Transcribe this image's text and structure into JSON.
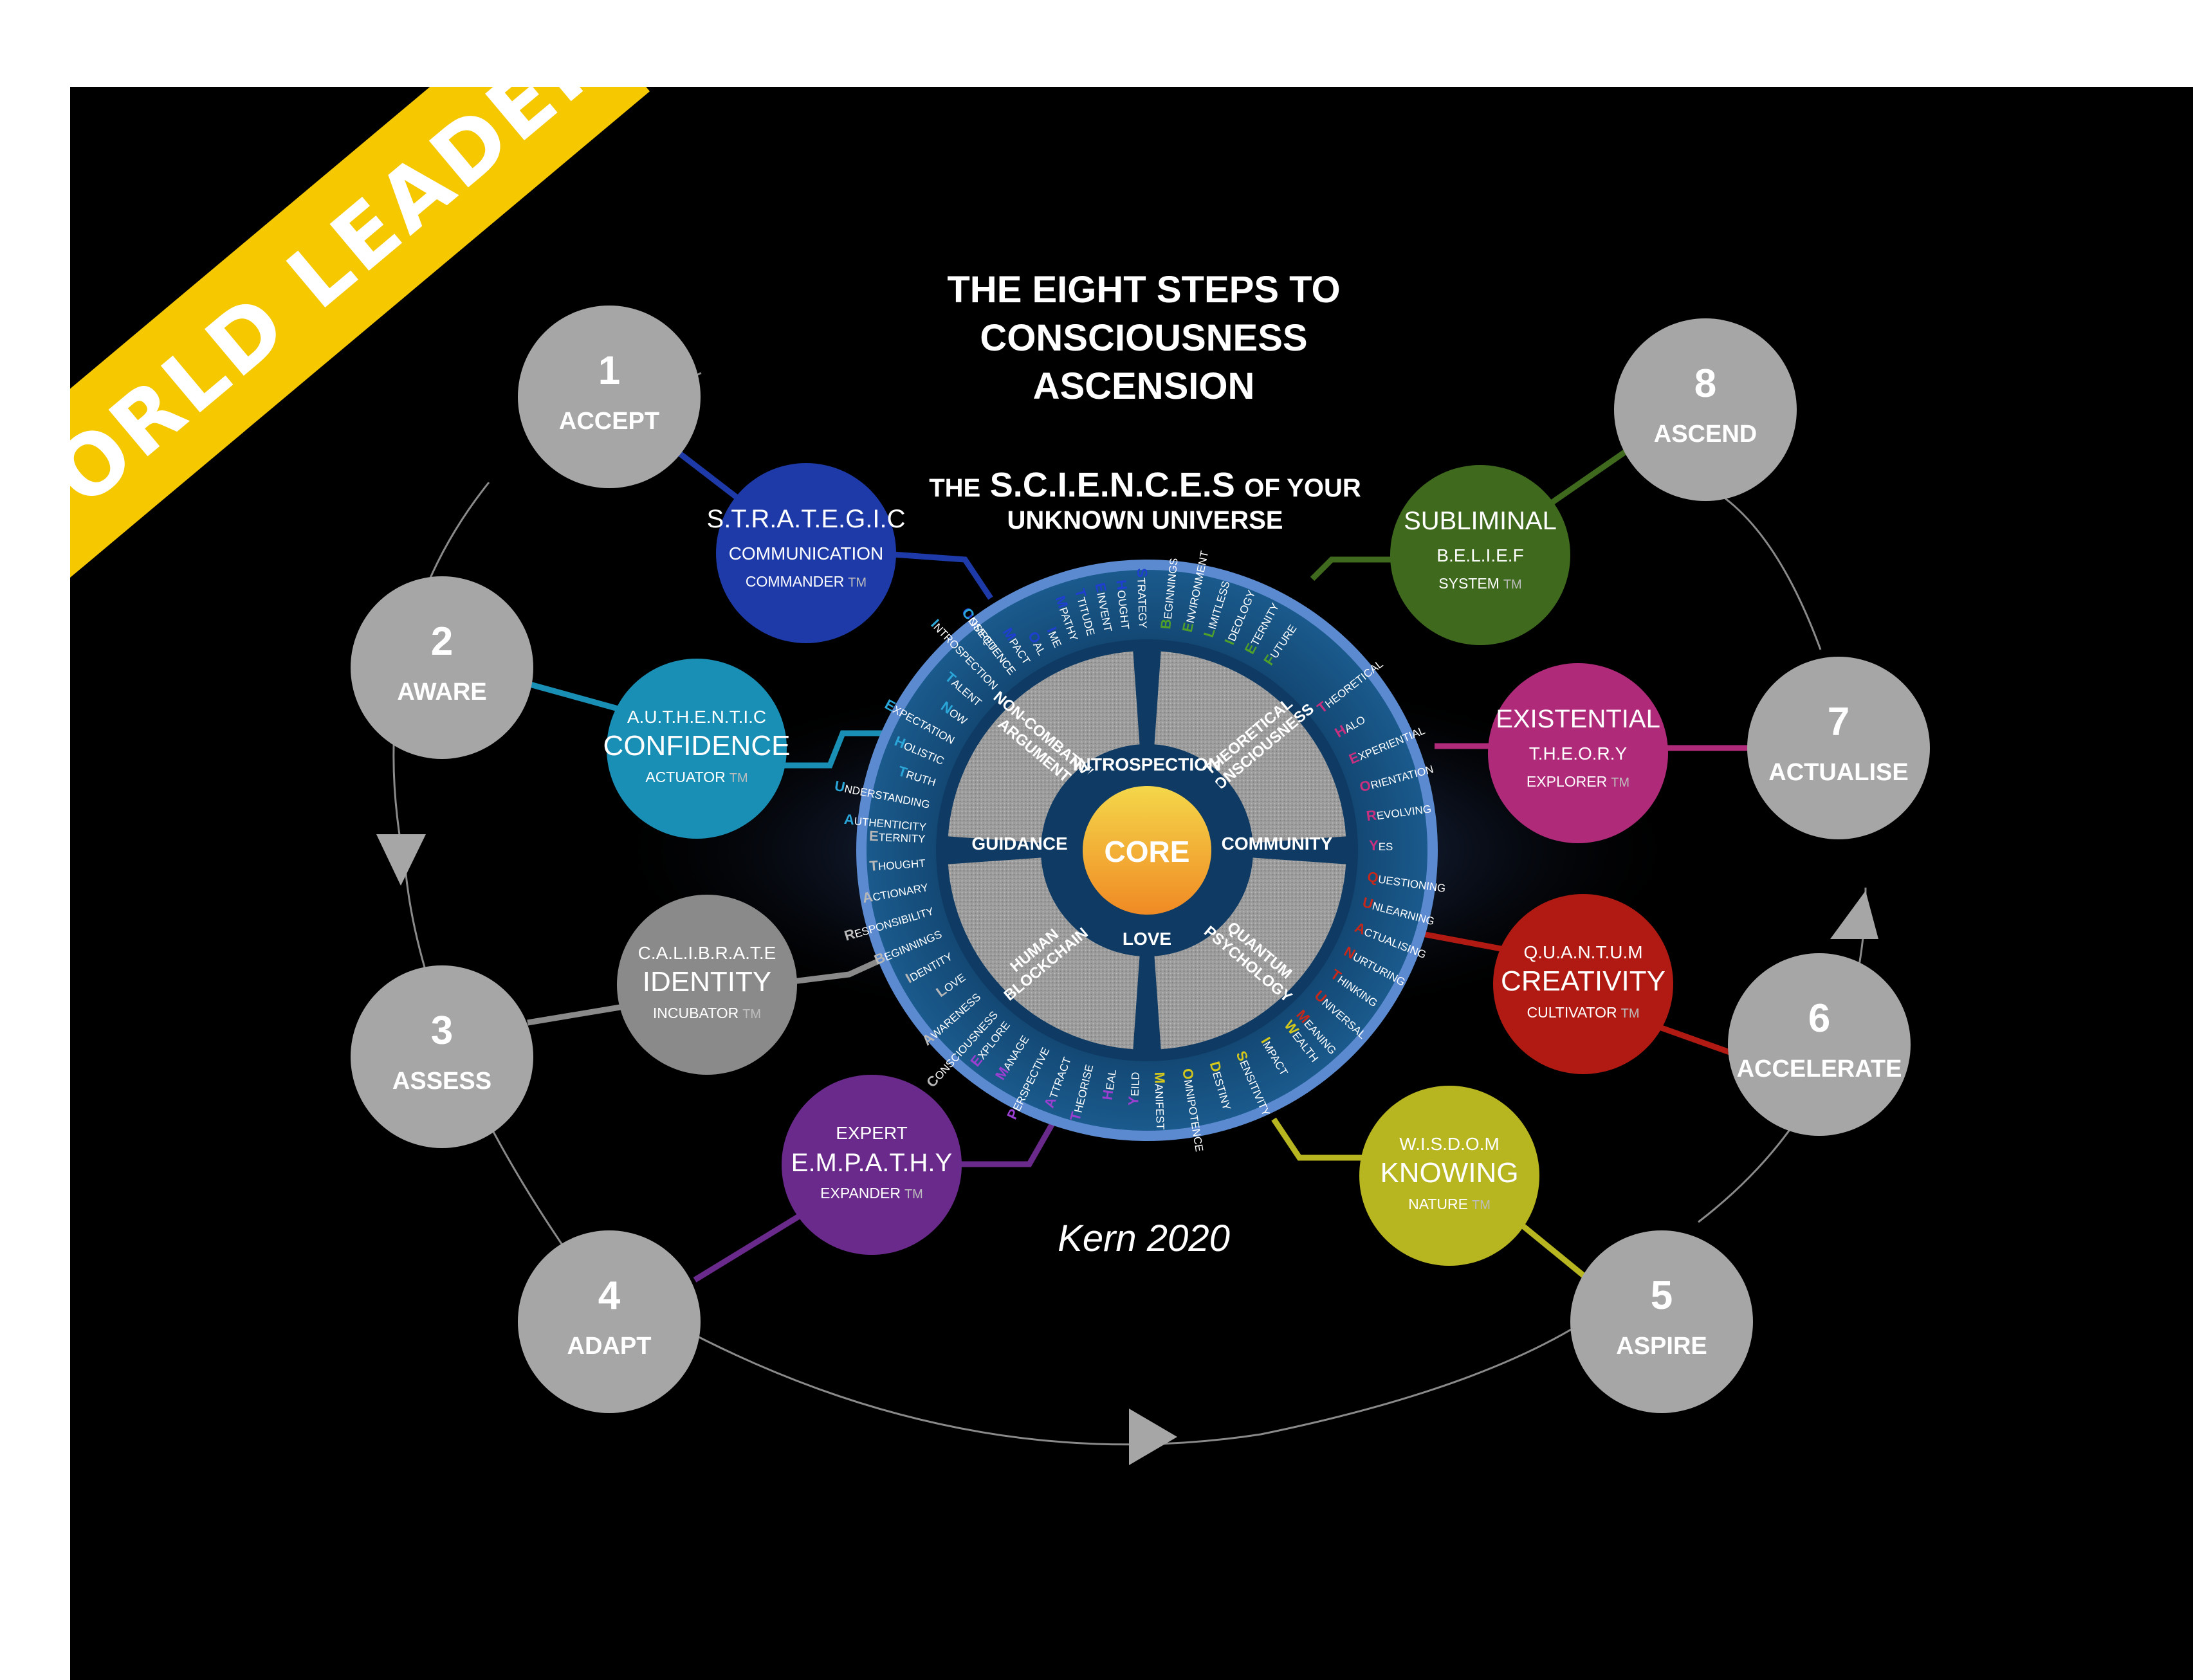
{
  "banner": "WORLD LEADER",
  "title_lines": [
    "THE EIGHT STEPS TO",
    "CONSCIOUSNESS",
    "ASCENSION"
  ],
  "subtitle": {
    "the": "THE",
    "sciences": "S.C.I.E.N.C.E.S",
    "of_your": "OF YOUR",
    "line2": "UNKNOWN UNIVERSE"
  },
  "signature": "Kern 2020",
  "steps": [
    {
      "num": "1",
      "label": "ACCEPT"
    },
    {
      "num": "2",
      "label": "AWARE"
    },
    {
      "num": "3",
      "label": "ASSESS"
    },
    {
      "num": "4",
      "label": "ADAPT"
    },
    {
      "num": "5",
      "label": "ASPIRE"
    },
    {
      "num": "6",
      "label": "ACCELERATE"
    },
    {
      "num": "7",
      "label": "ACTUALISE"
    },
    {
      "num": "8",
      "label": "ASCEND"
    }
  ],
  "sciences": [
    {
      "top": "S.T.R.A.T.E.G.I.C",
      "mid": "COMMUNICATION",
      "bottom": "COMMANDER",
      "tm": "TM",
      "color": "#1d3aa8"
    },
    {
      "top": "A.U.T.H.E.N.T.I.C",
      "mid": "CONFIDENCE",
      "bottom": "ACTUATOR",
      "tm": "TM",
      "color": "#1a8fb5"
    },
    {
      "top": "C.A.L.I.B.R.A.T.E",
      "mid": "IDENTITY",
      "bottom": "INCUBATOR",
      "tm": "TM",
      "color": "#8a8a8a"
    },
    {
      "top": "EXPERT",
      "mid": "E.M.P.A.T.H.Y",
      "bottom": "EXPANDER",
      "tm": "TM",
      "color": "#6a2a8c"
    },
    {
      "top": "W.I.S.D.O.M",
      "mid": "KNOWING",
      "bottom": "NATURE",
      "tm": "TM",
      "color": "#b7b620"
    },
    {
      "top": "Q.U.A.N.T.U.M",
      "mid": "CREATIVITY",
      "bottom": "CULTIVATOR",
      "tm": "TM",
      "color": "#b01a12"
    },
    {
      "top": "EXISTENTIAL",
      "mid": "T.H.E.O.R.Y",
      "bottom": "EXPLORER",
      "tm": "TM",
      "color": "#b02a7a"
    },
    {
      "top": "SUBLIMINAL",
      "mid": "B.E.L.I.E.F",
      "bottom": "SYSTEM",
      "tm": "TM",
      "color": "#3f6a1e"
    }
  ],
  "inner": {
    "core": "CORE",
    "directions": [
      "INTROSPECTION",
      "COMMUNITY",
      "LOVE",
      "GUIDANCE"
    ],
    "quadrants": [
      {
        "line1": "NON-COMBATIVE",
        "line2": "ARGUMENT"
      },
      {
        "line1": "THEORETICAL",
        "line2": "CONSCIOUSNESS"
      },
      {
        "line1": "QUANTUM",
        "line2": "PSYCHOLOGY"
      },
      {
        "line1": "HUMAN",
        "line2": "BLOCKCHAIN"
      }
    ]
  },
  "acronym_words": {
    "strategic": [
      "STRATEGY",
      "HOUGHT",
      "EINVENT",
      "TTITUDE",
      "MPATHY",
      "IME",
      "OAL",
      "MPACT",
      "ONSEQUENCE"
    ],
    "subliminal": [
      "BEGINNINGS",
      "ENVIRONMENT",
      "LIMITLESS",
      "IDEOLOGY",
      "ETERNITY",
      "FUTURE"
    ],
    "theory": [
      "THEORETICAL",
      "HALO",
      "EXPERIENTIAL",
      "ORIENTATION",
      "REVOLVING",
      "YES"
    ],
    "quantum": [
      "QUESTIONING",
      "UNLEARNING",
      "ACTUALISING",
      "NURTURING",
      "THINKING",
      "UNIVERSAL",
      "MEANING"
    ],
    "wisdom": [
      "WEALTH",
      "IMPACT",
      "SENSITIVITY",
      "DESTINY",
      "OMNIPOTENCE",
      "MANIFEST"
    ],
    "empathy": [
      "YEILD",
      "HEAL",
      "THEORISE",
      "ATTRACT",
      "PERSPECTIVE",
      "MANAGE",
      "EXPLORE"
    ],
    "calibrate": [
      "CONSCIOUSNESS",
      "AWARENESS",
      "LOVE",
      "IDENTITY",
      "BEGINNINGS",
      "RESPONSIBILITY",
      "ACTIONARY",
      "THOUGHT",
      "ETERNITY"
    ],
    "authentic": [
      "AUTHENTICITY",
      "UNDERSTANDING",
      "TRUTH",
      "HOLISTIC",
      "EXPECTATION",
      "NOW",
      "TALENT",
      "INTROSPECTION",
      "COMPETENCE"
    ]
  },
  "colors": {
    "step_circle": "#a6a6a6",
    "ring_outer": "#4c7fc4",
    "ring_inner": "#123e6a",
    "core_top": "#f4d74a",
    "core_bottom": "#f08a24",
    "banner": "#f5c800"
  }
}
